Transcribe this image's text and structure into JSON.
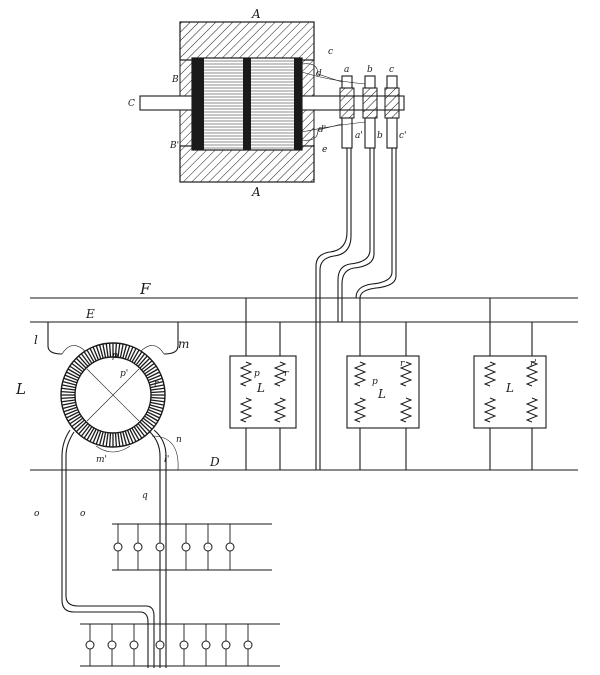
{
  "labels": {
    "A": "A",
    "B": "B",
    "B_prime": "B'",
    "C": "C",
    "a": "a",
    "b": "b",
    "c": "c",
    "a_prime": "a'",
    "b_lower": "b",
    "c_prime": "c'",
    "small_c": "c",
    "d": "d",
    "d_prime": "d'",
    "e": "e",
    "F": "F",
    "E": "E",
    "D": "D",
    "L": "L",
    "l": "l",
    "m": "m",
    "n": "n",
    "m_prime": "m'",
    "l_prime": "l'",
    "o": "o",
    "q": "q",
    "p": "p",
    "p_prime": "p'",
    "r": "r",
    "r_prime": "r'"
  },
  "colors": {
    "ink": "#1a1a1a",
    "paper": "#ffffff"
  }
}
